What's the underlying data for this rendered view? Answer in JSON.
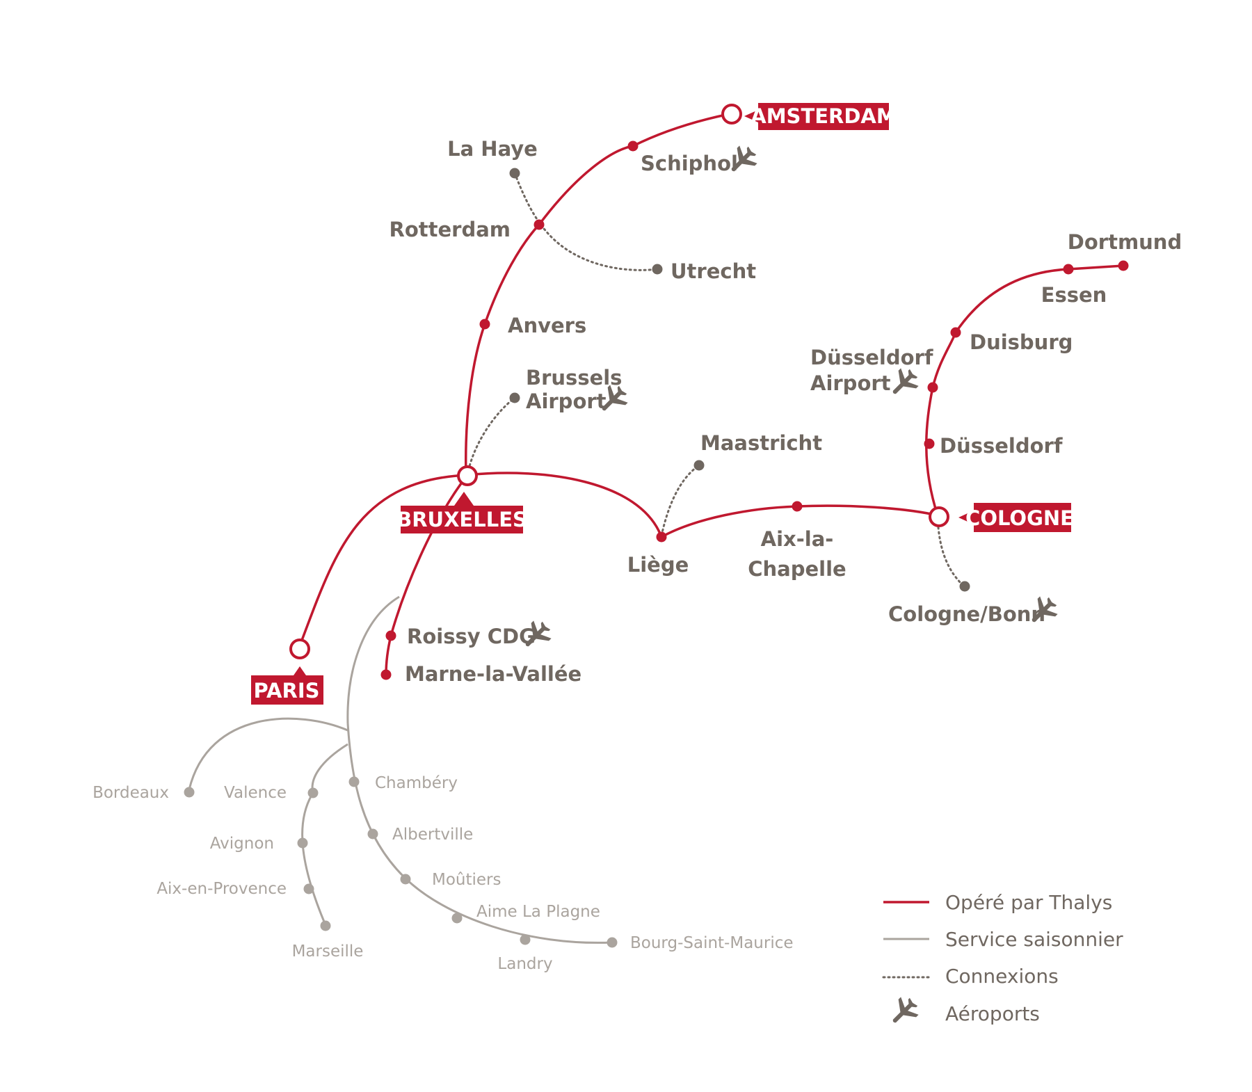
{
  "colors": {
    "thalys": "#c0182f",
    "seasonal": "#aaa49e",
    "connection": "#6f6760",
    "text": "#6f6760",
    "hub_label_text": "#ffffff"
  },
  "hubs": {
    "amsterdam": "AMSTERDAM",
    "bruxelles": "BRUXELLES",
    "paris": "PARIS",
    "cologne": "COLOGNE"
  },
  "stations": {
    "la_haye": "La Haye",
    "schiphol": "Schiphol",
    "rotterdam": "Rotterdam",
    "utrecht": "Utrecht",
    "anvers": "Anvers",
    "brussels_airport_1": "Brussels",
    "brussels_airport_2": "Airport",
    "maastricht": "Maastricht",
    "liege": "Liège",
    "aix_la_chapelle_1": "Aix-la-",
    "aix_la_chapelle_2": "Chapelle",
    "dortmund": "Dortmund",
    "essen": "Essen",
    "duisburg": "Duisburg",
    "dusseldorf_airport_1": "Düsseldorf",
    "dusseldorf_airport_2": "Airport",
    "dusseldorf": "Düsseldorf",
    "cologne_bonn": "Cologne/Bonn",
    "roissy_cdg": "Roissy CDG",
    "marne_la_vallee": "Marne-la-Vallée"
  },
  "seasonal_stations": {
    "bordeaux": "Bordeaux",
    "valence": "Valence",
    "avignon": "Avignon",
    "aix_en_provence": "Aix-en-Provence",
    "marseille": "Marseille",
    "chambery": "Chambéry",
    "albertville": "Albertville",
    "moutiers": "Moûtiers",
    "aime_la_plagne": "Aime La Plagne",
    "landry": "Landry",
    "bourg_saint_maurice": "Bourg-Saint-Maurice"
  },
  "legend": {
    "operated": "Opéré par Thalys",
    "seasonal": "Service saisonnier",
    "connections": "Connexions",
    "airports": "Aéroports"
  },
  "icons": {
    "airport": "airplane-icon"
  }
}
